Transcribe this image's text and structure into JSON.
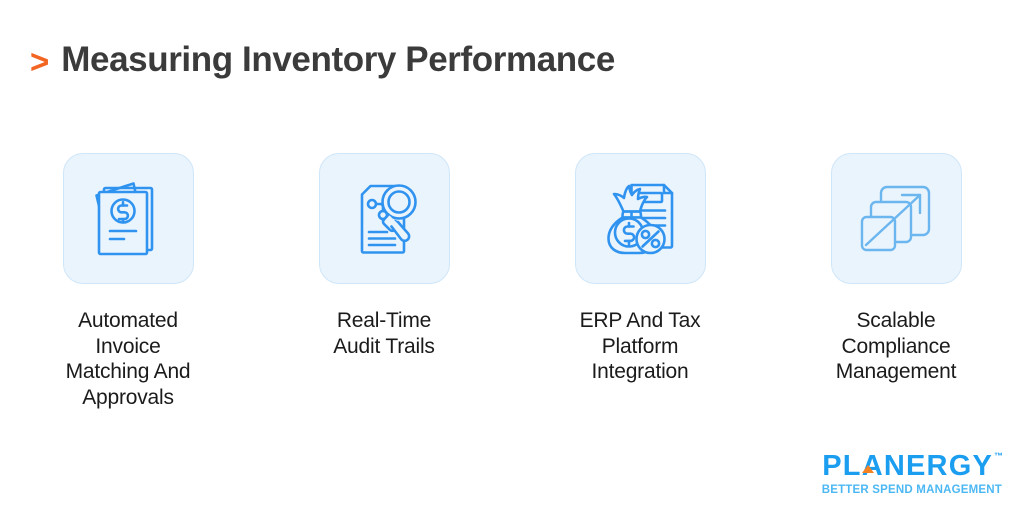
{
  "slide": {
    "title": "Measuring Inventory Performance",
    "title_bullet": ">",
    "background_color": "#ffffff",
    "title_color": "#3b3b3b",
    "accent_color": "#f26522"
  },
  "cards": [
    {
      "icon": "stacked-invoices-dollar-icon",
      "label": "Automated\nInvoice\nMatching And\nApprovals",
      "card_fill": "#eaf4fd",
      "card_border": "#cfe6f9",
      "icon_color": "#2f93ef"
    },
    {
      "icon": "document-chart-magnifier-icon",
      "label": "Real-Time\nAudit Trails",
      "card_fill": "#eaf4fd",
      "card_border": "#cfe6f9",
      "icon_color": "#2f93ef"
    },
    {
      "icon": "money-bag-percent-document-icon",
      "label": "ERP And Tax\nPlatform\nIntegration",
      "card_fill": "#eaf4fd",
      "card_border": "#cfe6f9",
      "icon_color": "#2f93ef"
    },
    {
      "icon": "stacked-squares-growth-arrow-icon",
      "label": "Scalable\nCompliance\nManagement",
      "card_fill": "#eaf4fd",
      "card_border": "#cfe6f9",
      "icon_color": "#6cb6ef"
    }
  ],
  "logo": {
    "word": "PLANERGY",
    "trademark": "™",
    "tagline": "BETTER SPEND MANAGEMENT",
    "word_color": "#1b9df0",
    "tagline_color": "#4cb8f3",
    "accent_color": "#f58220"
  }
}
